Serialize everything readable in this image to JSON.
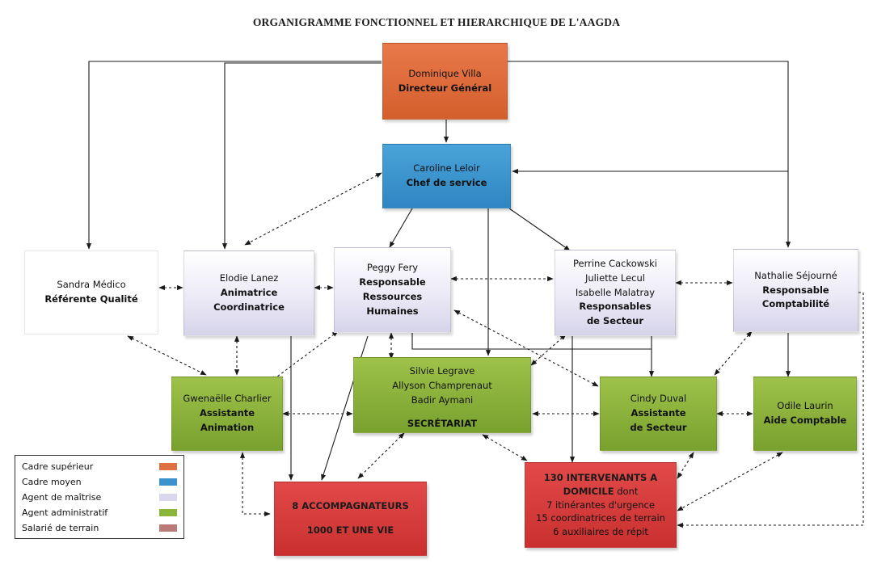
{
  "title": "ORGANIGRAMME FONCTIONNEL ET HIERARCHIQUE DE L'AAGDA",
  "boxes": {
    "dg": {
      "line1": "Dominique Villa",
      "line2": "Directeur Général"
    },
    "cs": {
      "line1": "Caroline Leloir",
      "line2": "Chef de service"
    },
    "sandra": {
      "line1": "Sandra Médico",
      "line2": "Référente Qualité"
    },
    "elodie": {
      "line1": "Elodie Lanez",
      "line2": "Animatrice",
      "line3": "Coordinatrice"
    },
    "peggy": {
      "line1": "Peggy Fery",
      "line2": "Responsable",
      "line3": "Ressources",
      "line4": "Humaines"
    },
    "perrine": {
      "line1": "Perrine Cackowski",
      "line2": "Juliette Lecul",
      "line3": "Isabelle Malatray",
      "line4": "Responsables",
      "line5": "de Secteur"
    },
    "nathalie": {
      "line1": "Nathalie Séjourné",
      "line2": "Responsable",
      "line3": "Comptabilité"
    },
    "gwen": {
      "line1": "Gwenaëlle Charlier",
      "line2": "Assistante",
      "line3": "Animation"
    },
    "secret": {
      "line1": "Silvie Legrave",
      "line2": "Allyson Champrenaut",
      "line3": "Badir Aymani",
      "line4": "SECRÉTARIAT"
    },
    "cindy": {
      "line1": "Cindy Duval",
      "line2": "Assistante",
      "line3": "de Secteur"
    },
    "odile": {
      "line1": "Odile Laurin",
      "line2": "Aide Comptable"
    },
    "accomp": {
      "line1": "8 ACCOMPAGNATEURS",
      "line2": "1000 ET UNE VIE"
    },
    "interv": {
      "line1": "130  INTERVENANTS A",
      "line2": "DOMICILE",
      "line2b": " dont",
      "line3": "7 itinérantes d'urgence",
      "line4": "15 coordinatrices de terrain",
      "line5": "6 auxiliaires de répit"
    }
  },
  "legend": [
    {
      "label": "Cadre supérieur",
      "color": "#e0703f"
    },
    {
      "label": "Cadre moyen",
      "color": "#3a93cf"
    },
    {
      "label": "Agent de maîtrise",
      "color": "#d9d8ec"
    },
    {
      "label": "Agent administratif",
      "color": "#8ab43a"
    },
    {
      "label": "Salarié de terrain",
      "color": "#b97a78"
    }
  ]
}
